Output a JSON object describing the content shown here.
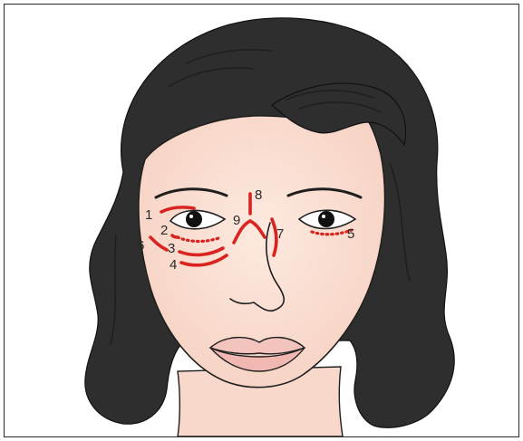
{
  "colors": {
    "hair": "#2e2e2e",
    "skin": "#fbe2d6",
    "lips": "#f3c3bd",
    "incision": "#d8231e",
    "outline": "#1f1f1f"
  },
  "labels": [
    "1",
    "2",
    "3",
    "4",
    "5",
    "6",
    "7",
    "8",
    "9"
  ]
}
